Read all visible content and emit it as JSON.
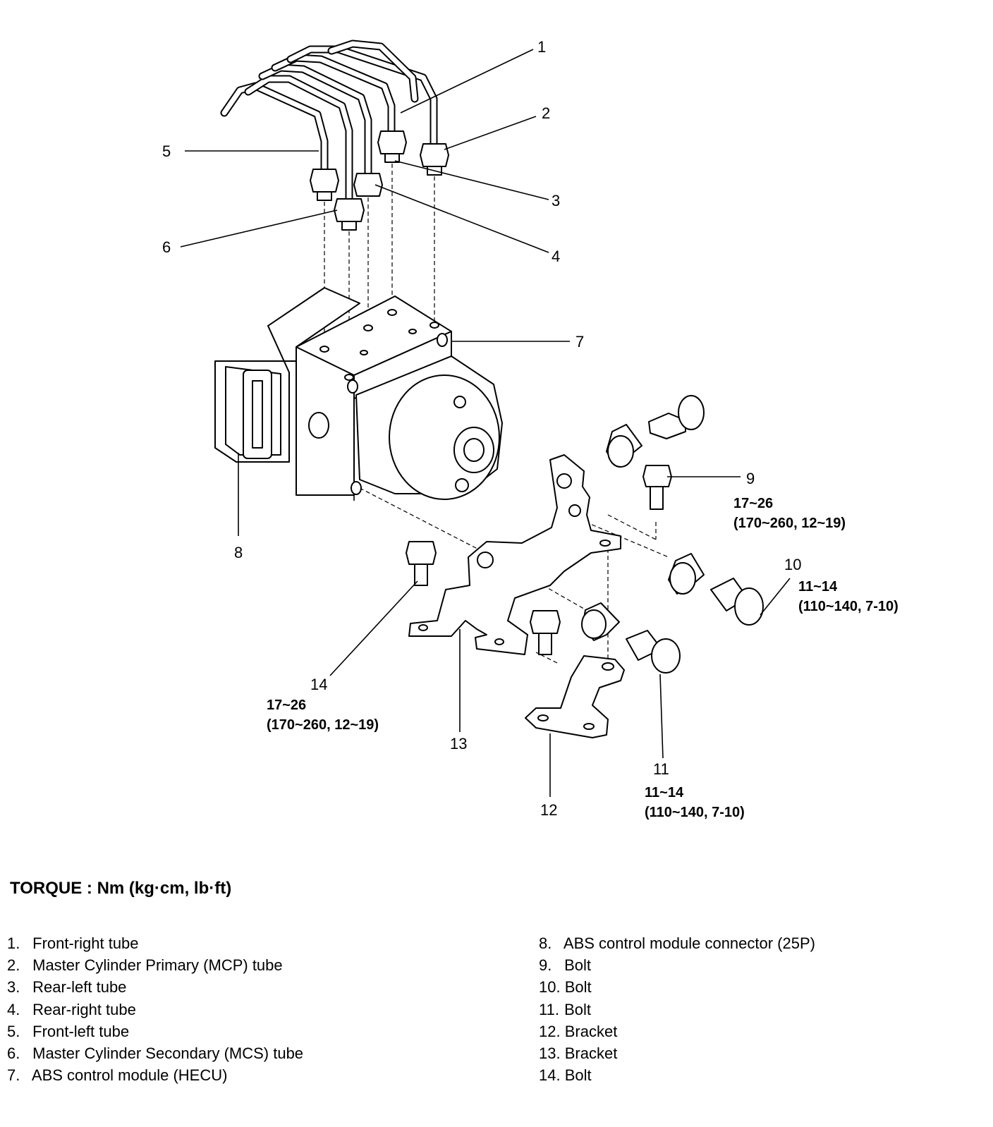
{
  "callouts": {
    "c1": "1",
    "c2": "2",
    "c3": "3",
    "c4": "4",
    "c5": "5",
    "c6": "6",
    "c7": "7",
    "c8": "8",
    "c9": "9",
    "c10": "10",
    "c11": "11",
    "c12": "12",
    "c13": "13",
    "c14": "14"
  },
  "torque_values": {
    "t9_main": "17~26",
    "t9_sub": "(170~260, 12~19)",
    "t10_main": "11~14",
    "t10_sub": "(110~140, 7-10)",
    "t11_main": "11~14",
    "t11_sub": "(110~140, 7-10)",
    "t14_main": "17~26",
    "t14_sub": "(170~260, 12~19)"
  },
  "torque_heading": "TORQUE :  Nm (kg·cm, lb·ft)",
  "legend_left": [
    {
      "num": "1.",
      "label": "Front-right tube"
    },
    {
      "num": "2.",
      "label": "Master Cylinder Primary (MCP) tube"
    },
    {
      "num": "3.",
      "label": "Rear-left tube"
    },
    {
      "num": "4.",
      "label": "Rear-right tube"
    },
    {
      "num": "5.",
      "label": "Front-left tube"
    },
    {
      "num": "6.",
      "label": "Master Cylinder Secondary (MCS) tube"
    },
    {
      "num": "7.",
      "label": "ABS control module (HECU)"
    }
  ],
  "legend_right": [
    {
      "num": "8.",
      "label": "ABS control module connector (25P)"
    },
    {
      "num": "9.",
      "label": "Bolt"
    },
    {
      "num": "10.",
      "label": "Bolt"
    },
    {
      "num": "11.",
      "label": "Bolt"
    },
    {
      "num": "12.",
      "label": "Bracket"
    },
    {
      "num": "13.",
      "label": "Bracket"
    },
    {
      "num": "14.",
      "label": "Bolt"
    }
  ]
}
